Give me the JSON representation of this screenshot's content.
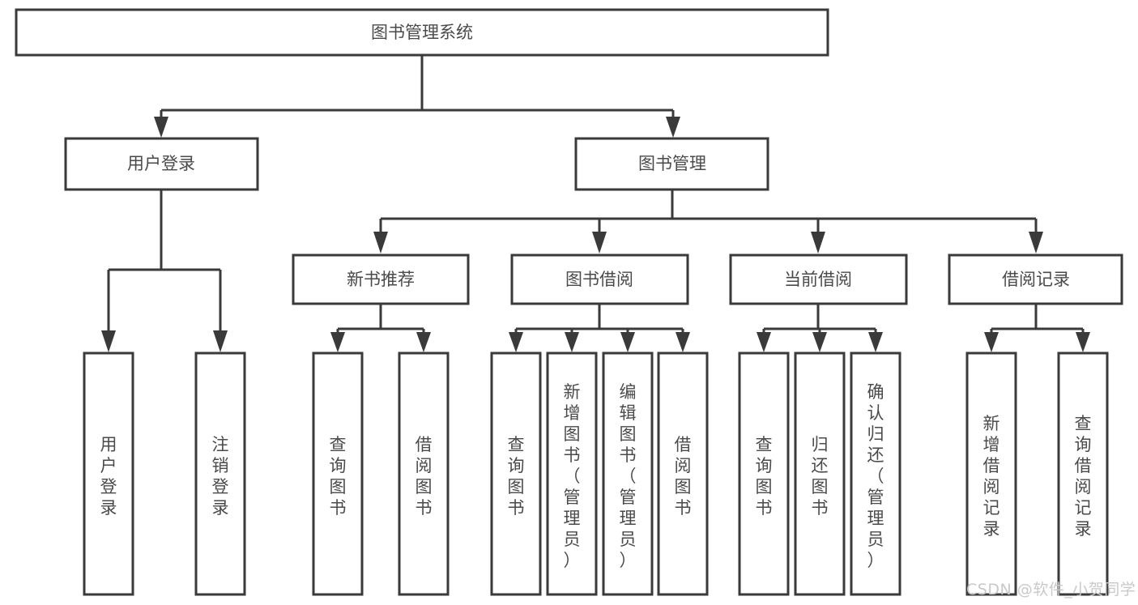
{
  "diagram": {
    "type": "hierarchy-tree",
    "title": "图书管理系统",
    "watermark": "CSDN @软件_小贺同学",
    "colors": {
      "box_stroke": "#3a3a3a",
      "box_fill": "#ffffff",
      "text": "#4a4a4a",
      "background": "#ffffff",
      "watermark": "#c9c9c9"
    },
    "nodes": {
      "root": {
        "label": "图书管理系统",
        "orientation": "horizontal"
      },
      "level1": [
        {
          "label": "用户登录",
          "orientation": "horizontal"
        },
        {
          "label": "图书管理",
          "orientation": "horizontal"
        }
      ],
      "level2": [
        {
          "label": "新书推荐",
          "orientation": "horizontal"
        },
        {
          "label": "图书借阅",
          "orientation": "horizontal"
        },
        {
          "label": "当前借阅",
          "orientation": "horizontal"
        },
        {
          "label": "借阅记录",
          "orientation": "horizontal"
        }
      ],
      "leaves": {
        "user_login": [
          {
            "label": "用户登录",
            "orientation": "vertical"
          },
          {
            "label": "注销登录",
            "orientation": "vertical"
          }
        ],
        "new_book_recommend": [
          {
            "label": "查询图书",
            "orientation": "vertical"
          },
          {
            "label": "借阅图书",
            "orientation": "vertical"
          }
        ],
        "book_borrow": [
          {
            "label": "查询图书",
            "orientation": "vertical"
          },
          {
            "label": "新增图书（管理员）",
            "orientation": "vertical"
          },
          {
            "label": "编辑图书（管理员）",
            "orientation": "vertical"
          },
          {
            "label": "借阅图书",
            "orientation": "vertical"
          }
        ],
        "current_borrow": [
          {
            "label": "查询图书",
            "orientation": "vertical"
          },
          {
            "label": "归还图书",
            "orientation": "vertical"
          },
          {
            "label": "确认归还（管理员）",
            "orientation": "vertical"
          }
        ],
        "borrow_record": [
          {
            "label": "新增借阅记录",
            "orientation": "vertical"
          },
          {
            "label": "查询借阅记录",
            "orientation": "vertical"
          }
        ]
      }
    }
  }
}
